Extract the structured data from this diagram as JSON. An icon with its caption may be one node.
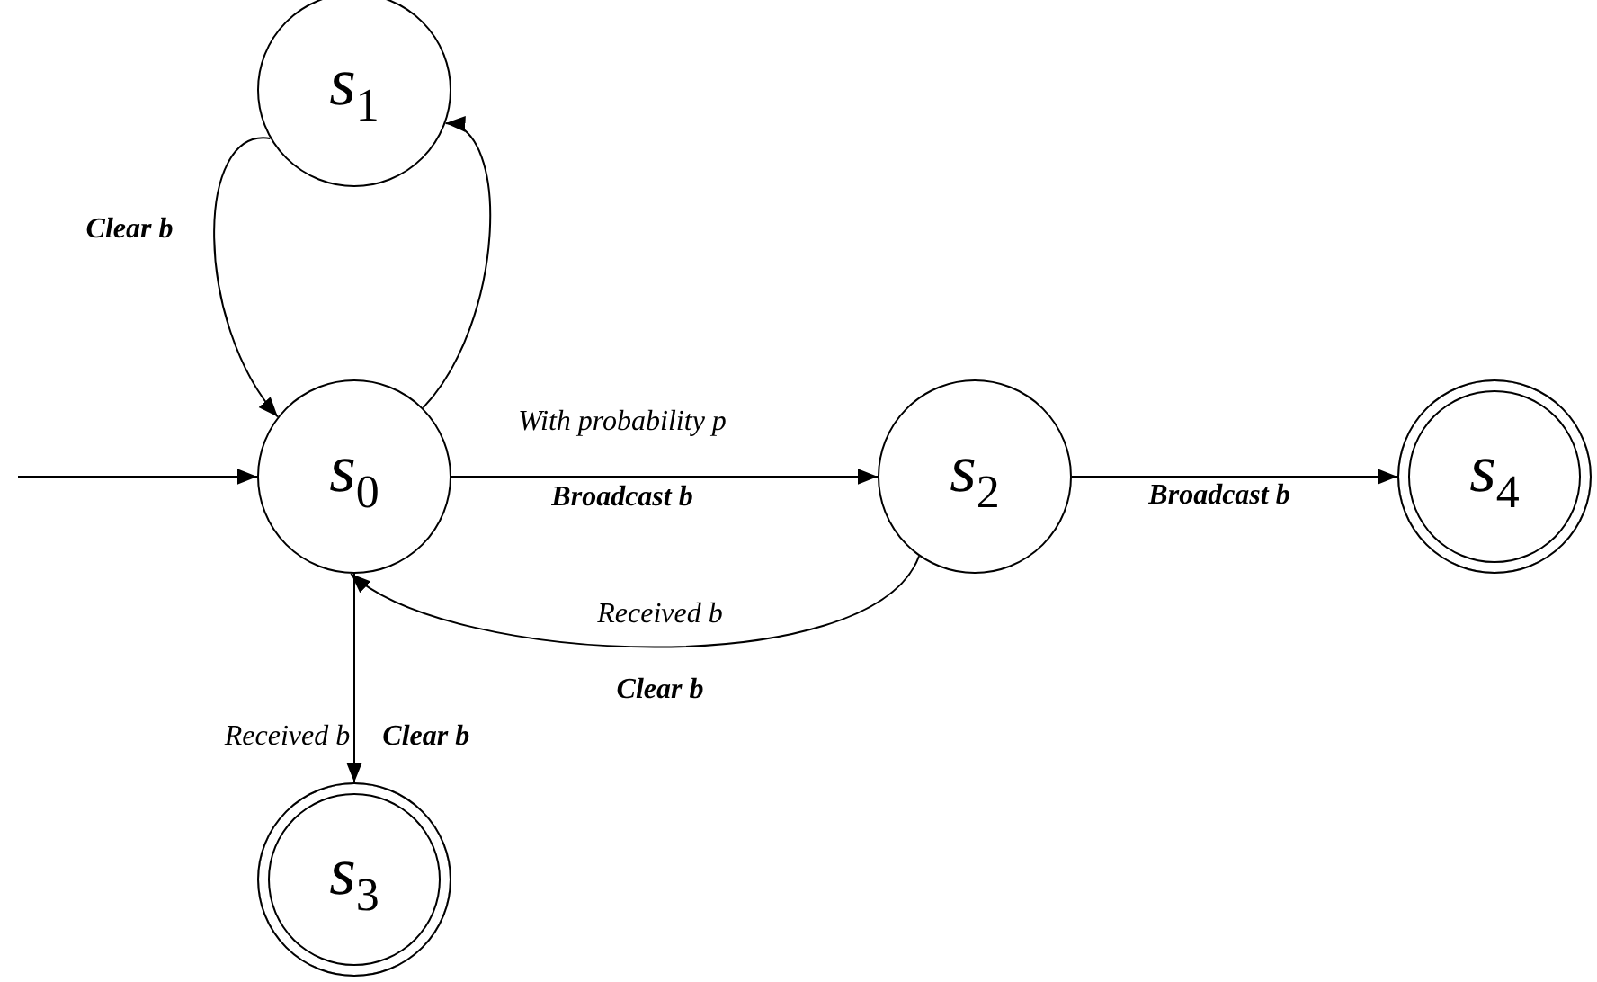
{
  "diagram": {
    "nodes": [
      {
        "text": [
          "*s*$_{0}$"
        ]
      },
      {
        "text": [
          "*s*$_{1}$"
        ]
      },
      {
        "text": [
          "*s*$_{2}$"
        ]
      },
      {
        "text": [
          "*s*$_{3}$"
        ]
      },
      {
        "text": [
          "*s*$_{4}$"
        ]
      }
    ],
    "edges": [
      {
        "from": null,
        "to": 0,
        "arrow": "to"
      },
      {
        "from": 1,
        "to": 0,
        "arrow": "to",
        "label": "**Clear b**"
      },
      {
        "from": 0,
        "to": 1,
        "arrow": "to"
      },
      {
        "from": 0,
        "to": 2,
        "arrow": "to",
        "label": "With probability p **Broadcast b**"
      },
      {
        "from": 2,
        "to": 4,
        "arrow": "to",
        "label": "**Broadcast b**"
      },
      {
        "from": 2,
        "to": 0,
        "arrow": "to",
        "label": "Received b **Clear b**"
      },
      {
        "from": 0,
        "to": 3,
        "arrow": "to",
        "label": "Received b **Clear b**"
      }
    ]
  }
}
